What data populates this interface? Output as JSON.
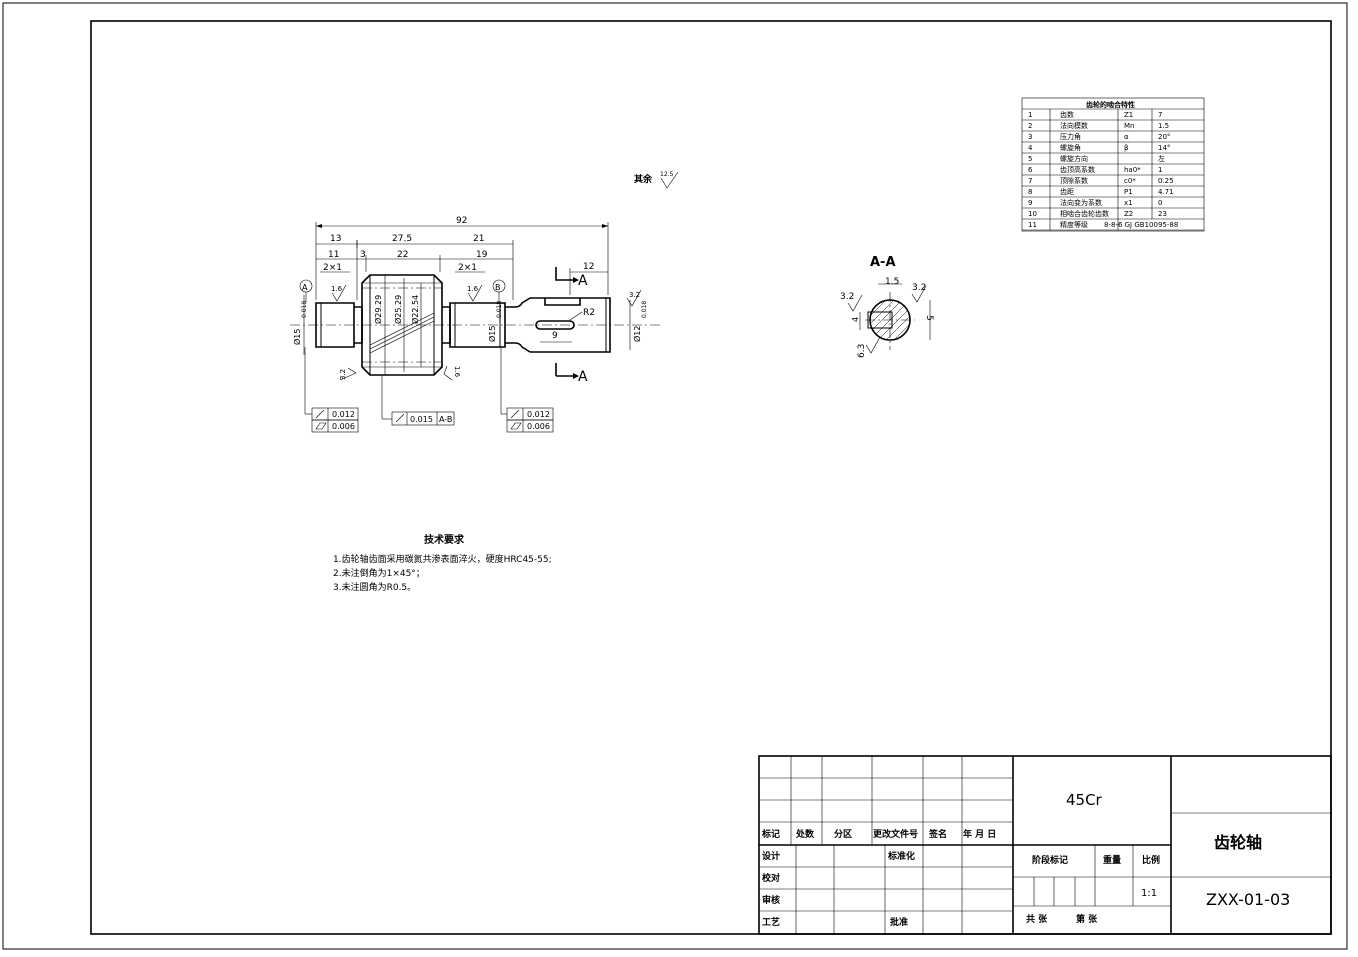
{
  "drawing": {
    "overall_length": "92",
    "dims": {
      "d13": "13",
      "d27_5": "27.5",
      "d21": "21",
      "d11": "11",
      "d3": "3",
      "d22": "22",
      "d19": "19",
      "d12": "12",
      "d9": "9",
      "chamfer_left": "2×1",
      "chamfer_right": "2×1",
      "fillet": "R2",
      "dia_left": "Ø15",
      "dia_left_tol": "0.018",
      "dia_gear_tip": "Ø29.29",
      "dia_gear_pitch": "Ø25.29",
      "dia_gear_root": "Ø22.54",
      "dia_mid": "Ø15",
      "dia_mid_tol": "0.018",
      "dia_right": "Ø12",
      "dia_right_tol": "0.018"
    },
    "roughness": {
      "r1": "1.6",
      "r2": "1.6",
      "r3": "3.2",
      "r4": "3.2",
      "r5": "1.6",
      "rest_label": "其余",
      "rest_value": "12.5"
    },
    "datums": {
      "a": "A",
      "b": "B"
    },
    "section_letter": "A",
    "tolerance_frames": {
      "left_runout": "0.012",
      "left_cyl": "0.006",
      "mid_runout": "0.015",
      "mid_ref": "A-B",
      "right_runout": "0.012",
      "right_cyl": "0.006"
    },
    "section": {
      "title": "A-A",
      "w": "1.5",
      "r1": "3.2",
      "r2": "3.2",
      "depth": "5",
      "h": "4",
      "r3": "6.3"
    },
    "tech_req": {
      "title": "技术要求",
      "items": [
        "1.齿轮轴齿面采用碳氮共渗表面淬火，硬度HRC45-55;",
        "2.未注倒角为1×45°；",
        "3.未注圆角为R0.5。"
      ]
    }
  },
  "gear_table": {
    "title": "齿轮的啮合特性",
    "rows": [
      [
        "1",
        "齿数",
        "Z1",
        "7"
      ],
      [
        "2",
        "法向模数",
        "Mn",
        "1.5"
      ],
      [
        "3",
        "压力角",
        "α",
        "20°"
      ],
      [
        "4",
        "螺旋角",
        "β",
        "14°"
      ],
      [
        "5",
        "螺旋方向",
        "",
        "左"
      ],
      [
        "6",
        "齿顶高系数",
        "ha0*",
        "1"
      ],
      [
        "7",
        "顶隙系数",
        "c0*",
        "0.25"
      ],
      [
        "8",
        "齿距",
        "P1",
        "4.71"
      ],
      [
        "9",
        "法向变为系数",
        "x1",
        "0"
      ],
      [
        "10",
        "相啮合齿轮齿数",
        "Z2",
        "23"
      ],
      [
        "11",
        "精度等级",
        "8-8-6 GJ GB10095-88",
        ""
      ]
    ]
  },
  "title_block": {
    "material": "45Cr",
    "part_name": "齿轮轴",
    "drawing_no": "ZXX-01-03",
    "scale": "1:1",
    "rev_headers": [
      "标记",
      "处数",
      "分区",
      "更改文件号",
      "签名",
      "年 月 日"
    ],
    "roles": [
      "设计",
      "校对",
      "审核",
      "工艺"
    ],
    "std": "标准化",
    "approve": "批准",
    "stage": "阶段标记",
    "weight": "重量",
    "scale_label": "比例",
    "total": "共 张",
    "sheet": "第 张"
  }
}
